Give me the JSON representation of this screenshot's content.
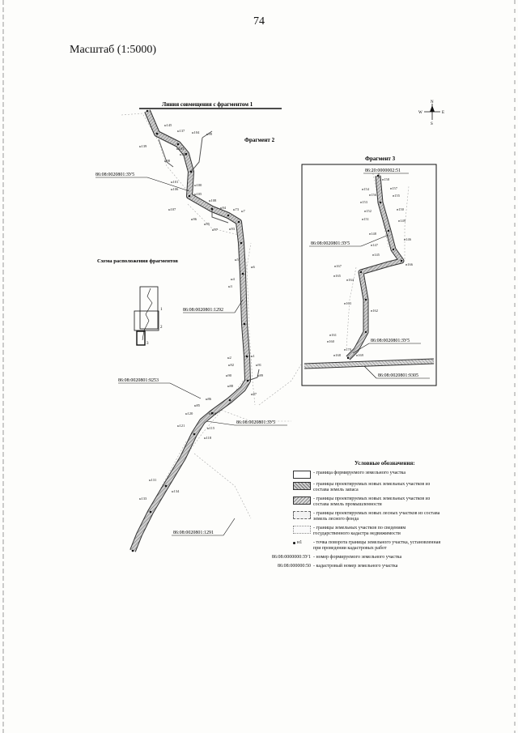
{
  "page": {
    "number": "74",
    "scale": "Масштаб (1:5000)"
  },
  "compass": {
    "n": "N",
    "s": "S",
    "w": "W",
    "e": "E"
  },
  "titles": {
    "alignment_line": "Линия совмещения с фрагментом 1",
    "fragment2": "Фрагмент 2",
    "fragment3": "Фрагмент 3",
    "scheme": "Схема расположения фрагментов"
  },
  "scheme_labels": [
    "1",
    "2",
    "3"
  ],
  "cadastral_labels": {
    "zu5_main": "86:08:0020801:ЗУ5",
    "n1292": "86:08:0020801:1292",
    "n9253": "86:08:0020801:9253",
    "zu5_lower": "86:08:0020801:ЗУ5",
    "n1291": "86:08:0020801:1291",
    "f3_top": "86:20:0000002:51",
    "f3_zu5a": "86:08:0020801:ЗУ5",
    "f3_zu5b": "86:08:0020801:ЗУ5",
    "f3_9305": "86:08:0020801:9305"
  },
  "point_labels": {
    "f2": [
      "н145",
      "н137",
      "н104",
      "н99",
      "н139",
      "н103",
      "н98",
      "н102",
      "н101",
      "н100",
      "н106",
      "н105",
      "н108",
      "н107",
      "н96",
      "н97",
      "н95",
      "н94",
      "н93",
      "н73",
      "н7",
      "н6",
      "н5",
      "н4",
      "н3",
      "н2",
      "н1",
      "н92",
      "н91",
      "н90",
      "н89",
      "н88",
      "н87",
      "н86",
      "н85",
      "н120",
      "н116",
      "н115",
      "н118",
      "н121",
      "н131",
      "н134",
      "н133"
    ],
    "f3": [
      "н158",
      "н157",
      "н154",
      "н156",
      "н155",
      "н153",
      "н152",
      "н150",
      "н151",
      "н149",
      "н148",
      "н147",
      "н146",
      "н145",
      "н167",
      "н166",
      "н165",
      "н164",
      "н163",
      "н162",
      "н161",
      "н160",
      "н170",
      "н169",
      "н168"
    ]
  },
  "legend": {
    "title": "Условные обозначения:",
    "items": [
      {
        "symbol": "outline",
        "code": "",
        "text": "- граница формируемого земельного участка"
      },
      {
        "symbol": "reserve",
        "code": "",
        "text": "- границы проектируемых новых земельных участков из состава земель запаса"
      },
      {
        "symbol": "industrial",
        "code": "",
        "text": "- границы проектируемых новых земельных участков из состава земель промышленности"
      },
      {
        "symbol": "forest",
        "code": "",
        "text": "- границы проектируемых новых лесных участков из состава земель лесного фонда"
      },
      {
        "symbol": "registry",
        "code": "",
        "text": "- границы земельных участков по сведениям государственного кадастра недвижимости"
      },
      {
        "symbol": "point",
        "code": "",
        "text": "- точка поворота границы земельного участка, установленная при проведении кадастровых работ",
        "point_label": "н1"
      },
      {
        "symbol": "none",
        "code": "86:08:0000000:ЗУ1",
        "text": "- номер формируемого земельного участка"
      },
      {
        "symbol": "none",
        "code": "86:08:000000:50",
        "text": "- кадастровый номер земельного участка"
      }
    ]
  }
}
